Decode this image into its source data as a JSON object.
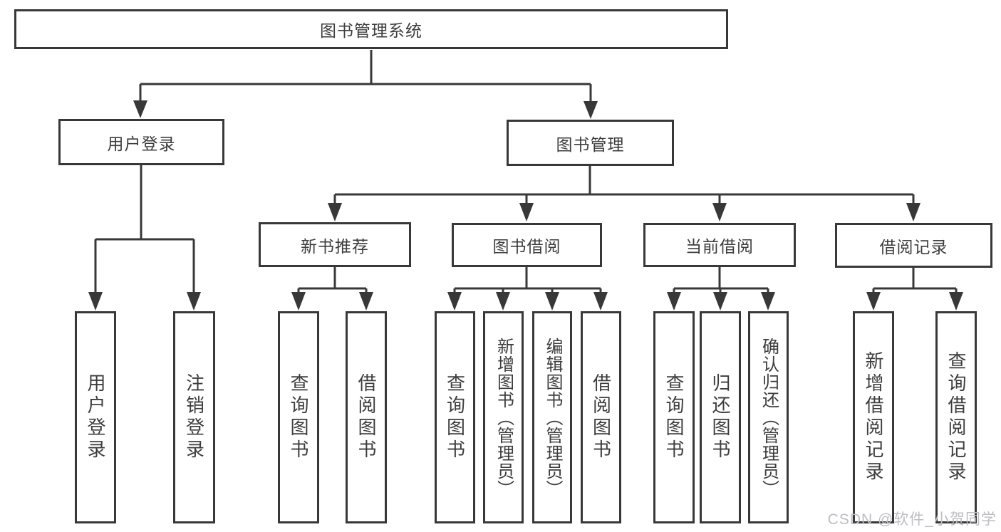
{
  "colors": {
    "line": "#383838",
    "box_border": "#383838",
    "text": "#3d3d3d",
    "watermark_text": "#bdbdc2",
    "background": "#ffffff"
  },
  "watermark": "CSDN @软件_小贺同学",
  "tree": {
    "root": {
      "label": "图书管理系统",
      "children": [
        {
          "label": "用户登录",
          "children": [
            {
              "label": "用户登录"
            },
            {
              "label": "注销登录"
            }
          ]
        },
        {
          "label": "图书管理",
          "children": [
            {
              "label": "新书推荐",
              "children": [
                {
                  "label": "查询图书"
                },
                {
                  "label": "借阅图书"
                }
              ]
            },
            {
              "label": "图书借阅",
              "children": [
                {
                  "label": "查询图书"
                },
                {
                  "label": "新增图书（管理员）"
                },
                {
                  "label": "编辑图书（管理员）"
                },
                {
                  "label": "借阅图书"
                }
              ]
            },
            {
              "label": "当前借阅",
              "children": [
                {
                  "label": "查询图书"
                },
                {
                  "label": "归还图书"
                },
                {
                  "label": "确认归还（管理员）"
                }
              ]
            },
            {
              "label": "借阅记录",
              "children": [
                {
                  "label": "新增借阅记录"
                },
                {
                  "label": "查询借阅记录"
                }
              ]
            }
          ]
        }
      ]
    }
  }
}
